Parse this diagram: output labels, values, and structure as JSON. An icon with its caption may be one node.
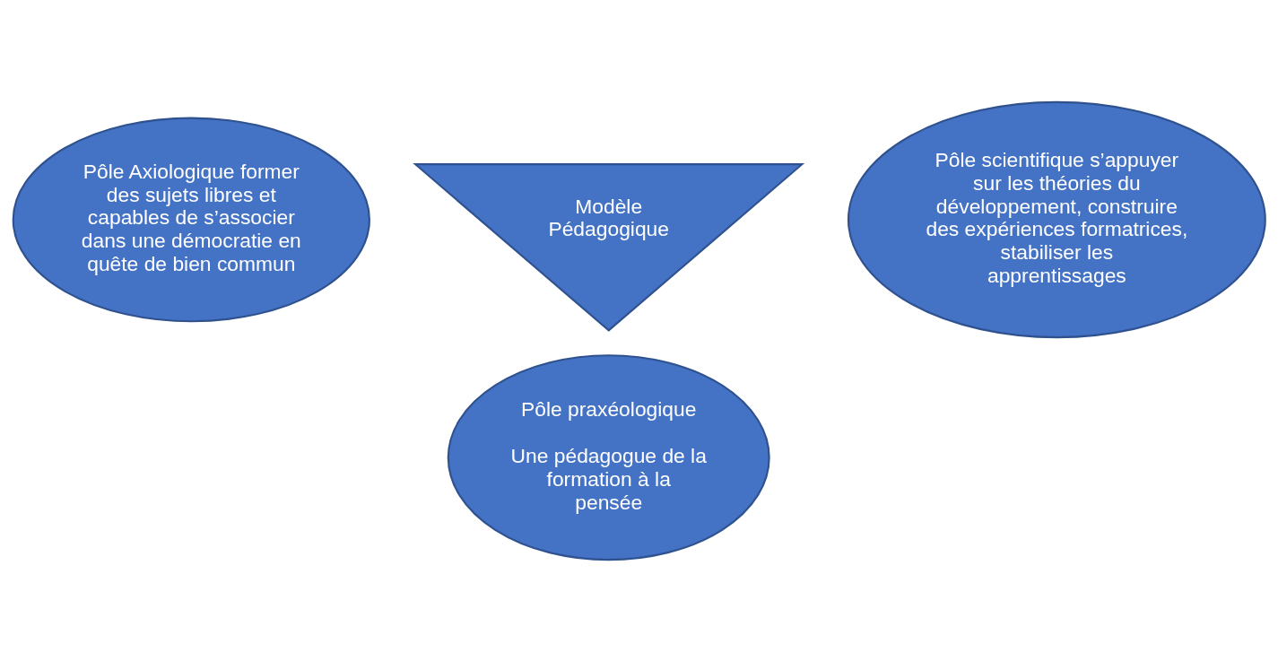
{
  "diagram": {
    "nodes": [
      {
        "text": [
          "Pôle Axiologique former des sujets libres et capables de s’associer dans une démocratie en quête de bien commun"
        ]
      },
      {
        "text": [
          "Modèle Pédagogique"
        ]
      },
      {
        "text": [
          "Pôle scientifique s’appuyer sur les théories du développement, construire des expériences formatrices, stabiliser les apprentissages"
        ]
      },
      {
        "text": [
          "Pôle praxéologique",
          "Une pédagogue de la formation à la pensée"
        ]
      }
    ],
    "edges": []
  }
}
